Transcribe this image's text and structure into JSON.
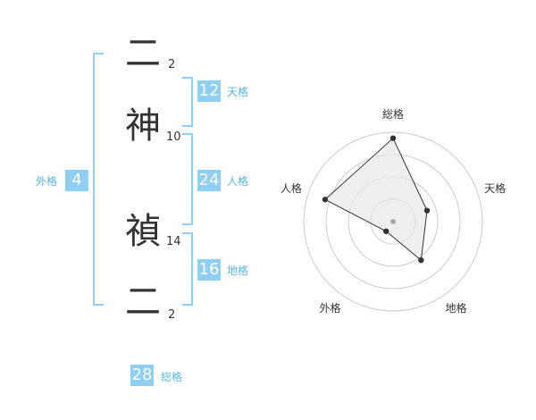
{
  "name": {
    "chars": [
      {
        "char": "二",
        "strokes": "2"
      },
      {
        "char": "神",
        "strokes": "10"
      },
      {
        "char": "禎",
        "strokes": "14"
      },
      {
        "char": "二",
        "strokes": "2"
      }
    ]
  },
  "kakusu": {
    "tenkaku": {
      "value": "12",
      "label": "天格"
    },
    "jinkaku": {
      "value": "24",
      "label": "人格"
    },
    "chikaku": {
      "value": "16",
      "label": "地格"
    },
    "gaikaku": {
      "value": "4",
      "label": "外格"
    },
    "soukaku": {
      "value": "28",
      "label": "総格"
    }
  },
  "chart_data": {
    "type": "radar",
    "axes": [
      "総格",
      "天格",
      "地格",
      "外格",
      "人格"
    ],
    "values": [
      28,
      12,
      16,
      4,
      24
    ],
    "rlim": [
      0,
      30
    ],
    "rings": 4,
    "colors": {
      "fill": "#e8e8e8",
      "stroke": "#333333",
      "ring": "#cccccc",
      "center": "#aaaaaa"
    }
  }
}
